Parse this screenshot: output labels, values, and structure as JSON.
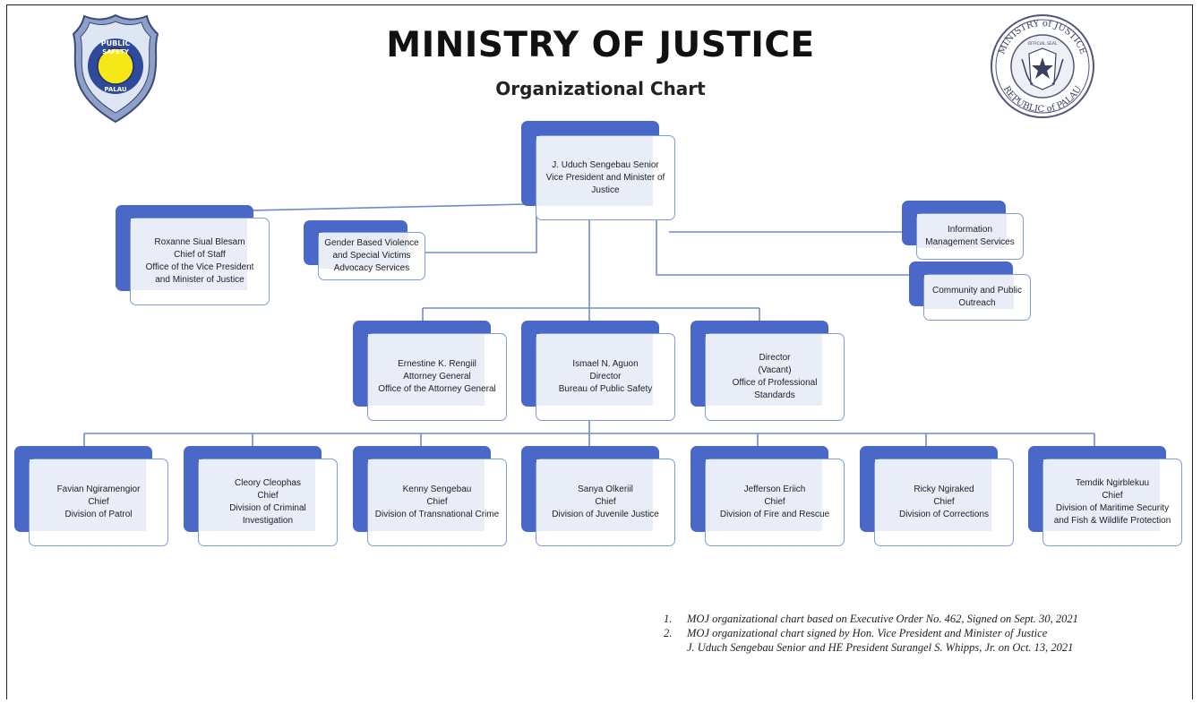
{
  "header": {
    "title": "MINISTRY OF JUSTICE",
    "subtitle": "Organizational Chart"
  },
  "logos": {
    "left": {
      "icon": "public-safety-badge-icon",
      "text_top": "PUBLIC",
      "text_mid": "SAFETY",
      "text_bottom": "PALAU"
    },
    "right": {
      "icon": "ministry-of-justice-seal-icon",
      "text_top": "MINISTRY of JUSTICE",
      "text_inner": "OFFICIAL SEAL",
      "text_bottom": "REPUBLIC of PALAU"
    }
  },
  "colors": {
    "tab": "#4a68c8",
    "card_border": "#7f9bd8",
    "card_fill": "#e9edf7",
    "line": "#6f8bc9"
  },
  "nodes": {
    "minister": {
      "lines": [
        "J. Uduch Sengebau Senior",
        "Vice President and  Minister of",
        "Justice"
      ]
    },
    "chief_of_staff": {
      "lines": [
        "Roxanne Siual Blesam",
        "Chief of Staff",
        "Office of the Vice President",
        "and Minister of Justice"
      ]
    },
    "gbv": {
      "lines": [
        "Gender Based Violence",
        "and Special Victims",
        "Advocacy Services"
      ]
    },
    "ims": {
      "lines": [
        "Information",
        "Management Services"
      ]
    },
    "cpo": {
      "lines": [
        "Community and Public",
        "Outreach"
      ]
    },
    "attorney_general": {
      "lines": [
        "Ernestine K. Rengiil",
        "Attorney General",
        "Office of the Attorney General"
      ]
    },
    "public_safety": {
      "lines": [
        "Ismael N. Aguon",
        "Director",
        "Bureau of Public Safety"
      ]
    },
    "professional_standards": {
      "lines": [
        "Director",
        "(Vacant)",
        "Office of Professional",
        "Standards"
      ]
    },
    "patrol": {
      "lines": [
        "Favian Ngiramengior",
        "Chief",
        "Division of Patrol"
      ]
    },
    "criminal_investigation": {
      "lines": [
        "Cleory Cleophas",
        "Chief",
        "Division of Criminal",
        "Investigation"
      ]
    },
    "transnational_crime": {
      "lines": [
        "Kenny Sengebau",
        "Chief",
        "Division of Transnational Crime"
      ]
    },
    "juvenile_justice": {
      "lines": [
        "Sanya Olkeriil",
        "Chief",
        "Division of Juvenile Justice"
      ]
    },
    "fire_rescue": {
      "lines": [
        "Jefferson Eriich",
        "Chief",
        "Division of Fire and Rescue"
      ]
    },
    "corrections": {
      "lines": [
        "Ricky Ngiraked",
        "Chief",
        "Division of Corrections"
      ]
    },
    "maritime": {
      "lines": [
        "Temdik Ngirblekuu",
        "Chief",
        "Division of Maritime Security",
        "and Fish & Wildlife Protection"
      ]
    }
  },
  "notes": [
    {
      "num": "1.",
      "lines": [
        "MOJ organizational chart based on Executive Order No. 462, Signed on Sept. 30, 2021"
      ]
    },
    {
      "num": "2.",
      "lines": [
        "MOJ organizational chart signed by Hon. Vice President and Minister of Justice",
        "J. Uduch Sengebau Senior and HE President Surangel S. Whipps, Jr. on Oct. 13, 2021"
      ]
    }
  ]
}
